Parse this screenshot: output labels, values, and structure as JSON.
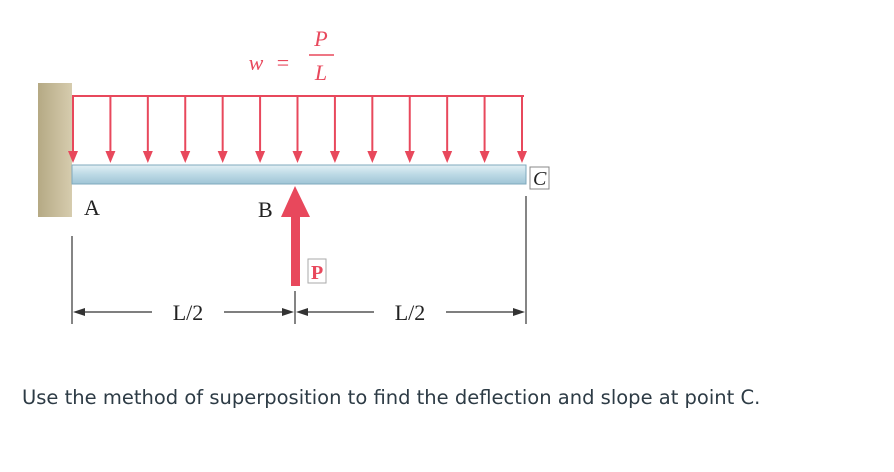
{
  "diagram": {
    "load": {
      "variable": "w",
      "equals": "=",
      "numerator": "P",
      "denominator": "L"
    },
    "points": {
      "a": "A",
      "b": "B",
      "c": "C"
    },
    "reaction": "P",
    "dimensions": {
      "left": "L/2",
      "right": "L/2"
    },
    "colors": {
      "load": "#e8485c",
      "beam": "#c3dde8",
      "wall": "#c8bc9a",
      "dimension": "#333333"
    }
  },
  "question": {
    "text": "Use the method of superposition to find the deflection and slope at point C."
  }
}
